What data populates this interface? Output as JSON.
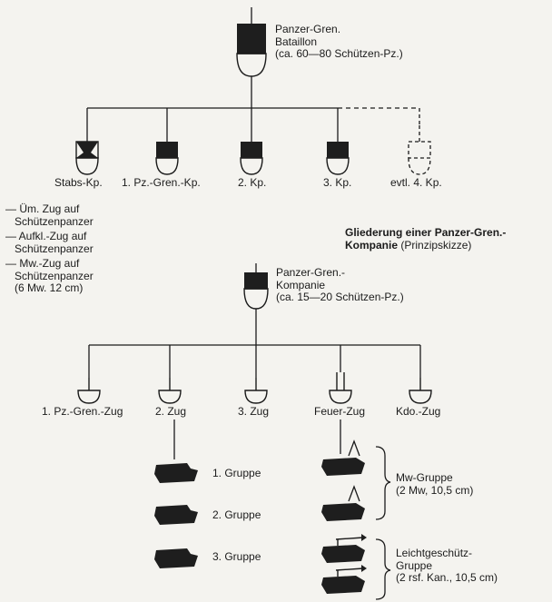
{
  "battalion": {
    "lines": [
      "Panzer-Gren.",
      "Bataillon",
      "(ca. 60—80 Schützen-Pz.)"
    ],
    "companies": [
      {
        "label": "Stabs-Kp.",
        "kind": "staff"
      },
      {
        "label": "1. Pz.-Gren.-Kp.",
        "kind": "company"
      },
      {
        "label": "2. Kp.",
        "kind": "company"
      },
      {
        "label": "3. Kp.",
        "kind": "company"
      },
      {
        "label": "evtl. 4. Kp.",
        "kind": "optional"
      }
    ]
  },
  "staff_subunits": [
    [
      "— Üm. Zug auf",
      "Schützenpanzer"
    ],
    [
      "— Aufkl.-Zug auf",
      "Schützenpanzer"
    ],
    [
      "— Mw.-Zug auf",
      "Schützenpanzer",
      "(6 Mw. 12 cm)"
    ]
  ],
  "figure_title": {
    "bold_lines": [
      "Gliederung einer Panzer-Gren.-",
      "Kompanie"
    ],
    "suffix": "(Prinzipskizze)"
  },
  "company": {
    "lines": [
      "Panzer-Gren.-",
      "Kompanie",
      "(ca. 15—20 Schützen-Pz.)"
    ],
    "platoons": [
      {
        "label": "1. Pz.-Gren.-Zug"
      },
      {
        "label": "2. Zug"
      },
      {
        "label": "3. Zug"
      },
      {
        "label": "Feuer-Zug"
      },
      {
        "label": "Kdo.-Zug"
      }
    ]
  },
  "groups": [
    "1. Gruppe",
    "2. Gruppe",
    "3. Gruppe"
  ],
  "fire_groups": [
    {
      "lines": [
        "Mw-Gruppe",
        "(2 Mw, 10,5 cm)"
      ]
    },
    {
      "lines": [
        "Leichtgeschütz-",
        "Gruppe",
        "(2 rsf. Kan., 10,5 cm)"
      ]
    }
  ]
}
